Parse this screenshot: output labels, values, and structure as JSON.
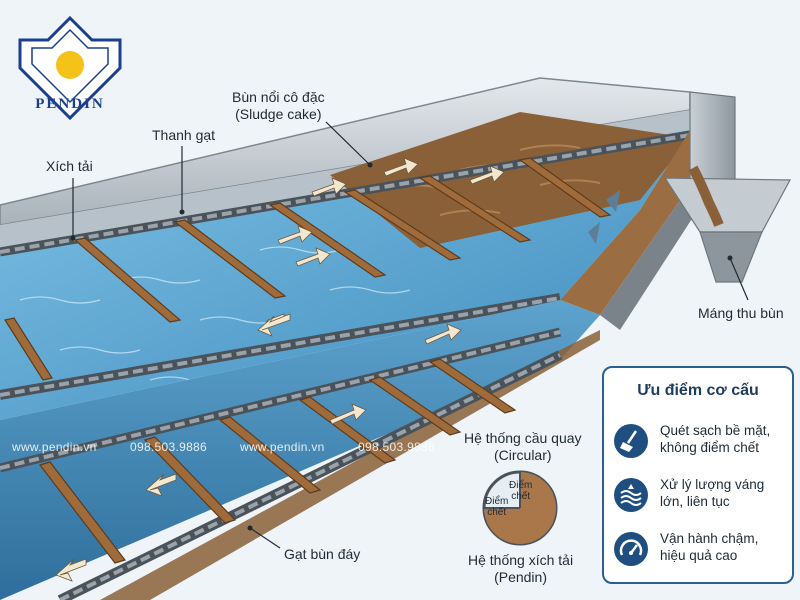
{
  "brand": {
    "name": "PENDIN",
    "colors": {
      "blue": "#1b3f8f",
      "sun": "#f5c218",
      "water": "#4f9bc6",
      "sludge": "#8a6038"
    }
  },
  "labels": {
    "xich_tai": "Xích tải",
    "thanh_gat": "Thanh gạt",
    "bun_noi_line1": "Bùn nổi cô đặc",
    "bun_noi_line2": "(Sludge cake)",
    "mang_thu_bun": "Máng thu bùn",
    "gat_bun_day": "Gạt bùn đáy"
  },
  "comparison": {
    "top_line1": "Hệ thống cầu quay",
    "top_line2": "(Circular)",
    "dead_zone_1": "Điểm",
    "dead_zone_1b": "chết",
    "dead_zone_2": "Điểm",
    "dead_zone_2b": "chết",
    "bottom_line1": "Hệ thống xích tải",
    "bottom_line2": "(Pendin)"
  },
  "watermark": {
    "site": "www.pendin.vn",
    "phone": "098.503.9886"
  },
  "advantages": {
    "title": "Ưu điểm cơ cấu",
    "items": [
      {
        "icon": "broom-icon",
        "line1": "Quét sạch bề mặt,",
        "line2": "không điểm chết"
      },
      {
        "icon": "water-waves-icon",
        "line1": "Xử lý lượng váng",
        "line2": "lớn, liên tục"
      },
      {
        "icon": "speedometer-icon",
        "line1": "Vận hành chậm,",
        "line2": "hiệu quả cao"
      }
    ]
  }
}
